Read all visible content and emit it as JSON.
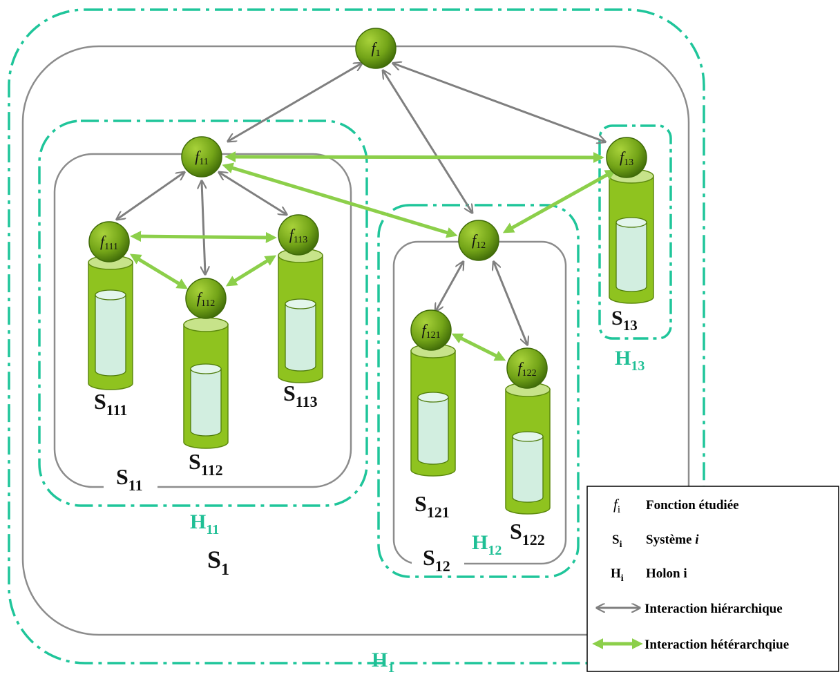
{
  "colors": {
    "system_line": "#8c8c8c",
    "holon_line": "#1fc59a",
    "holon_text": "#1fbf95",
    "hier_arrow": "#7f7f7f",
    "heter_arrow": "#8ccf4a",
    "cyl_body": "#8fc31f",
    "cyl_top": "#c7e38a",
    "inner_cyl": "#d2eee0",
    "node_fill": "#76a81c",
    "node_dark": "#3f6a08"
  },
  "systems": {
    "S1": {
      "base": "S",
      "sub": "1"
    },
    "S11": {
      "base": "S",
      "sub": "11"
    },
    "S12": {
      "base": "S",
      "sub": "12"
    },
    "S13": {
      "base": "S",
      "sub": "13"
    },
    "S111": {
      "base": "S",
      "sub": "111"
    },
    "S112": {
      "base": "S",
      "sub": "112"
    },
    "S113": {
      "base": "S",
      "sub": "113"
    },
    "S121": {
      "base": "S",
      "sub": "121"
    },
    "S122": {
      "base": "S",
      "sub": "122"
    }
  },
  "holons": {
    "H1": {
      "base": "H",
      "sub": "1"
    },
    "H11": {
      "base": "H",
      "sub": "11"
    },
    "H12": {
      "base": "H",
      "sub": "12"
    },
    "H13": {
      "base": "H",
      "sub": "13"
    }
  },
  "nodes": {
    "f1": {
      "base": "f",
      "sub": "1"
    },
    "f11": {
      "base": "f",
      "sub": "11"
    },
    "f12": {
      "base": "f",
      "sub": "12"
    },
    "f13": {
      "base": "f",
      "sub": "13"
    },
    "f111": {
      "base": "f",
      "sub": "111"
    },
    "f112": {
      "base": "f",
      "sub": "112"
    },
    "f113": {
      "base": "f",
      "sub": "113"
    },
    "f121": {
      "base": "f",
      "sub": "121"
    },
    "f122": {
      "base": "f",
      "sub": "122"
    }
  },
  "legend": {
    "function": {
      "symbol": "f",
      "sub": "i",
      "text": "Fonction étudiée"
    },
    "system": {
      "symbol": "S",
      "sub": "i",
      "text": "Système ",
      "text_italic": "i"
    },
    "holon": {
      "symbol": "H",
      "sub": "i",
      "text": "Holon i"
    },
    "hierarchical": {
      "text": "Interaction  hiérarchique"
    },
    "heterarchical": {
      "text": "Interaction hétérarchqiue"
    }
  }
}
